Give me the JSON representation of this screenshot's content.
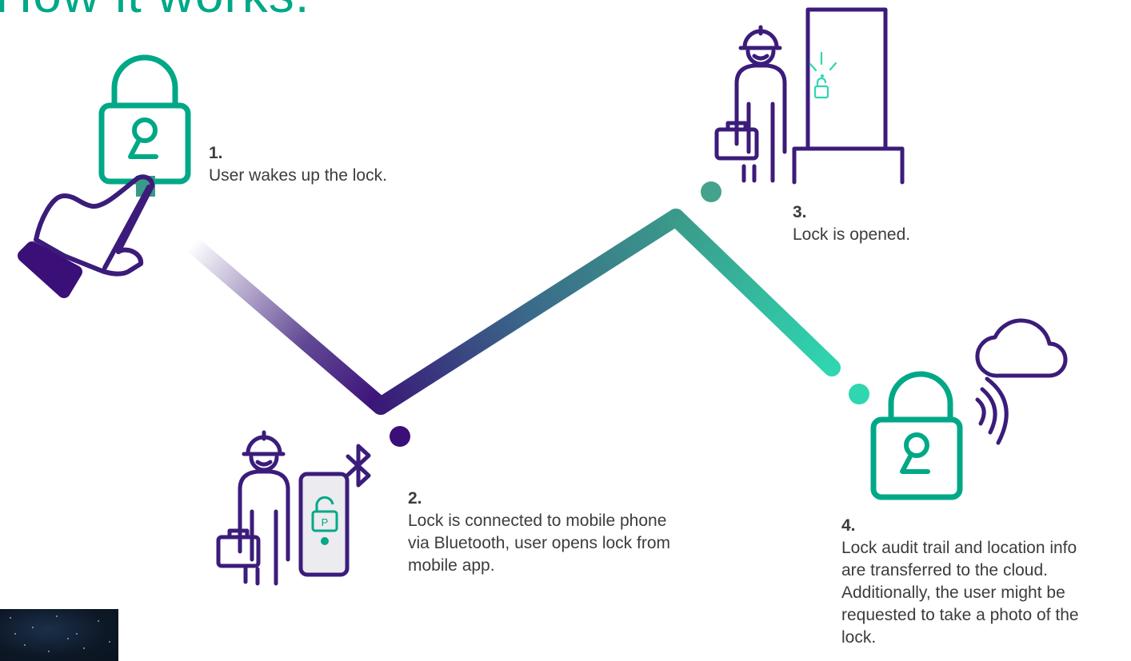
{
  "title": "How it works:",
  "colors": {
    "green": "#00a887",
    "teal_light": "#2fd6b0",
    "purple": "#3b1c7a",
    "purple_dark": "#3a0f78",
    "text": "#3c3c3c"
  },
  "steps": [
    {
      "number": "1.",
      "text": "User wakes up the lock.",
      "icons": [
        "padlock-icon",
        "finger-press-icon"
      ]
    },
    {
      "number": "2.",
      "text": "Lock is connected to mobile phone via Bluetooth, user opens lock from mobile app.",
      "icons": [
        "worker-icon",
        "smartphone-icon",
        "bluetooth-icon"
      ]
    },
    {
      "number": "3.",
      "text": "Lock is opened.",
      "icons": [
        "worker-icon",
        "door-icon"
      ]
    },
    {
      "number": "4.",
      "text": "Lock audit trail and location info are transferred to the cloud. Additionally, the user might be requested to take a photo of the lock.",
      "icons": [
        "padlock-icon",
        "wireless-signal-icon",
        "cloud-icon"
      ]
    }
  ]
}
